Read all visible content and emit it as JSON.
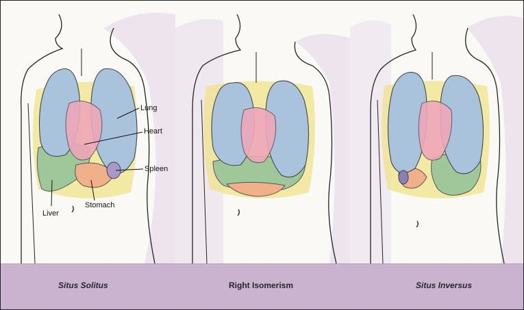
{
  "panels": [
    {
      "caption": "Situs Solitus",
      "labels": {
        "lung": "Lung",
        "heart": "Heart",
        "spleen": "Spleen",
        "stomach": "Stomach",
        "liver": "Liver"
      }
    },
    {
      "caption": "Right Isomerism"
    },
    {
      "caption": "Situs Inversus"
    }
  ],
  "colors": {
    "band": "#c9b3cf",
    "lung": "#a9c3dc",
    "heart": "#eea7b9",
    "liver": "#9fc79a",
    "stomach": "#f0b08a",
    "spleen": "#a79ac9",
    "fat": "#efe38a"
  }
}
